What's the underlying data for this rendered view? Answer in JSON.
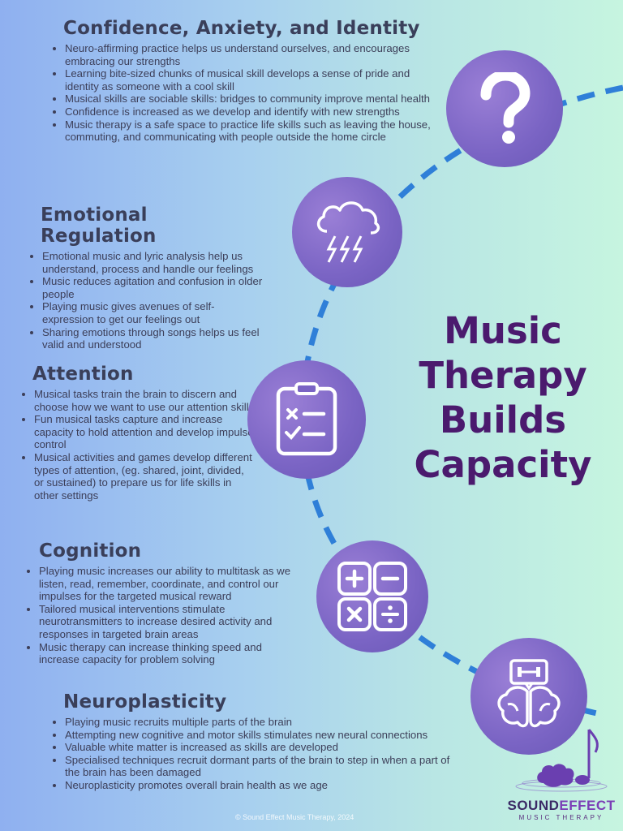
{
  "sections": [
    {
      "heading": "Confidence, Anxiety, and Identity",
      "bullets": [
        "Neuro-affirming practice helps us understand ourselves, and encourages embracing our strengths",
        "Learning bite-sized chunks of musical skill develops a sense of pride and identity as someone with a cool skill",
        "Musical skills are sociable skills: bridges to community improve mental health",
        "Confidence is increased as we develop and identify with new strengths",
        "Music therapy is a safe space to practice life skills such as leaving the house, commuting, and communicating with people outside the home circle"
      ]
    },
    {
      "heading": "Emotional Regulation",
      "bullets": [
        "Emotional music and lyric analysis help us understand, process and handle our feelings",
        "Music reduces agitation and confusion in older people",
        "Playing music gives avenues of self-expression to get our feelings out",
        "Sharing emotions through songs helps us feel valid and understood"
      ]
    },
    {
      "heading": "Attention",
      "bullets": [
        "Musical tasks train the brain to discern and choose how we want to use our attention skills",
        "Fun musical tasks capture and increase capacity to hold attention and develop impulse control",
        "Musical activities and games develop different types of attention, (eg. shared, joint, divided, or sustained) to prepare us for life skills in other settings"
      ]
    },
    {
      "heading": "Cognition",
      "bullets": [
        "Playing music increases our ability to multitask as we listen, read, remember, coordinate, and control our impulses for the targeted musical reward",
        "Tailored musical interventions stimulate neurotransmitters to increase desired activity and responses in targeted brain areas",
        "Music therapy can increase thinking speed and increase capacity for problem solving"
      ]
    },
    {
      "heading": "Neuroplasticity",
      "bullets": [
        "Playing music recruits multiple parts of the brain",
        "Attempting new cognitive and motor skills stimulates new neural connections",
        "Valuable white matter is increased as skills are developed",
        "Specialised techniques recruit dormant parts of the brain to step in when a part of the brain has been damaged",
        "Neuroplasticity promotes overall brain health as we age"
      ]
    }
  ],
  "title": [
    "Music",
    "Therapy",
    "Builds",
    "Capacity"
  ],
  "icons": [
    "question-mark-icon",
    "storm-cloud-icon",
    "clipboard-checklist-icon",
    "calculator-icon",
    "brain-dumbbell-icon"
  ],
  "logo": {
    "name_part1": "SOUND",
    "name_part2": "EFFECT",
    "subtitle": "MUSIC THERAPY"
  },
  "copyright": "© Sound Effect Music Therapy, 2024",
  "colors": {
    "title": "#4b1a6e",
    "circle": "#7a64c4",
    "arc": "#2f7fd8"
  }
}
